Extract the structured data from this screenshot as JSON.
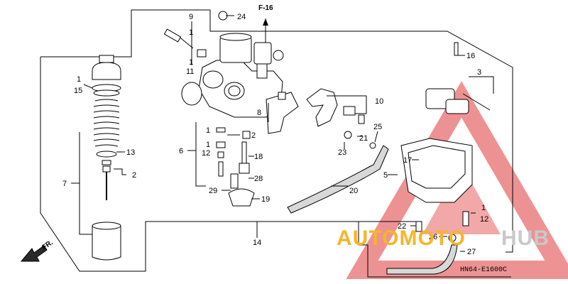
{
  "reference": "F-16",
  "front_marker": "FR.",
  "diagram_code": "HN64-E1600C",
  "watermark": {
    "brand_part_1": "AUTOMOTO",
    "brand_part_2": "HUB",
    "accent_color": "#e03a3a",
    "text_color_1": "#f6b52a",
    "text_color_2": "#c9c9c9"
  },
  "callouts": {
    "c1_left": "1",
    "c15": "15",
    "c13": "13",
    "c2_left": "2",
    "c7": "7",
    "c9": "9",
    "c1_top_a": "1",
    "c1_top_b": "1",
    "c11": "11",
    "c24": "24",
    "c6": "6",
    "c1_mid": "1",
    "c1_mid2": "1",
    "c12_mid": "12",
    "c2_mid": "2",
    "c18": "18",
    "c28": "28",
    "c29": "29",
    "c19": "19",
    "c8": "8",
    "c10": "10",
    "c21": "21",
    "c25": "25",
    "c23": "23",
    "c20": "20",
    "c16": "16",
    "c3": "3",
    "c17": "17",
    "c5": "5",
    "c1_right": "1",
    "c12_right": "12",
    "c22": "22",
    "c26": "26",
    "c27": "27",
    "c14": "14"
  }
}
